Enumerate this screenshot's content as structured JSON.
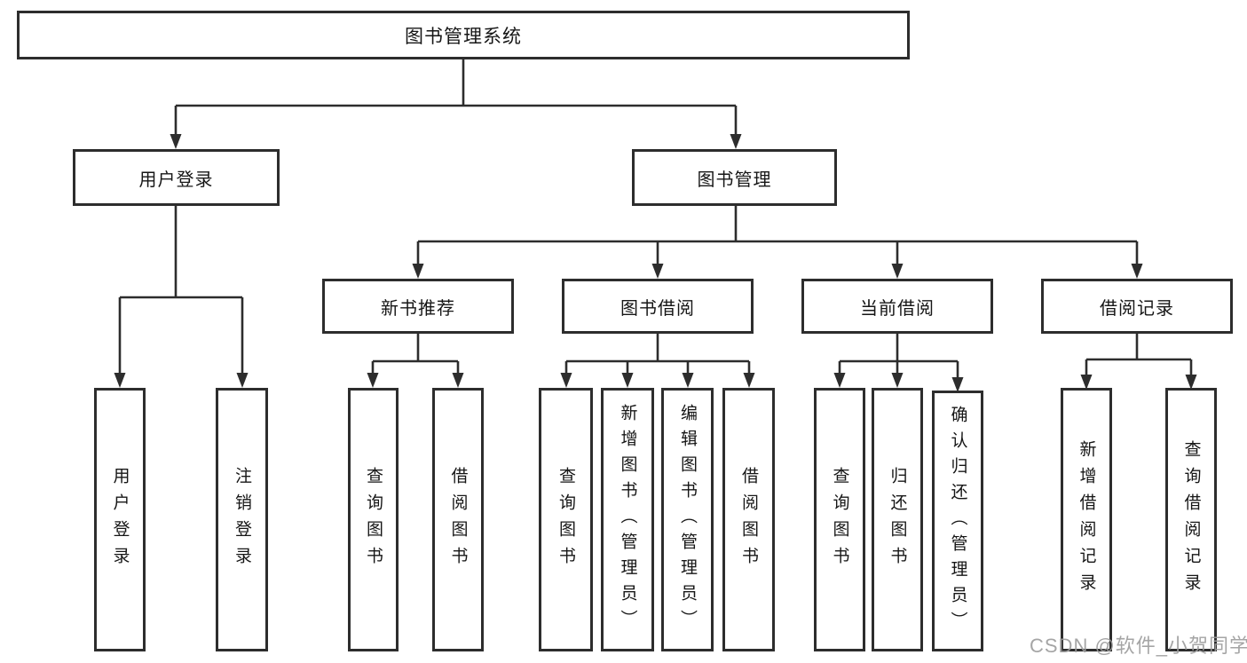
{
  "diagram": {
    "root": {
      "label": "图书管理系统"
    },
    "branches": [
      {
        "label": "用户登录",
        "children": [
          {
            "label": "用户登录"
          },
          {
            "label": "注销登录"
          }
        ]
      },
      {
        "label": "图书管理",
        "children": [
          {
            "label": "新书推荐",
            "children": [
              {
                "label": "查询图书"
              },
              {
                "label": "借阅图书"
              }
            ]
          },
          {
            "label": "图书借阅",
            "children": [
              {
                "label": "查询图书"
              },
              {
                "label": "新增图书（管理员）"
              },
              {
                "label": "编辑图书（管理员）"
              },
              {
                "label": "借阅图书"
              }
            ]
          },
          {
            "label": "当前借阅",
            "children": [
              {
                "label": "查询图书"
              },
              {
                "label": "归还图书"
              },
              {
                "label": "确认归还（管理员）"
              }
            ]
          },
          {
            "label": "借阅记录",
            "children": [
              {
                "label": "新增借阅记录"
              },
              {
                "label": "查询借阅记录"
              }
            ]
          }
        ]
      }
    ]
  },
  "watermark": {
    "text": "CSDN @软件_小贺同学"
  },
  "colors": {
    "line": "#2d2d2d",
    "text": "#161616",
    "background": "#ffffff",
    "watermark": "#9c9c9c"
  }
}
